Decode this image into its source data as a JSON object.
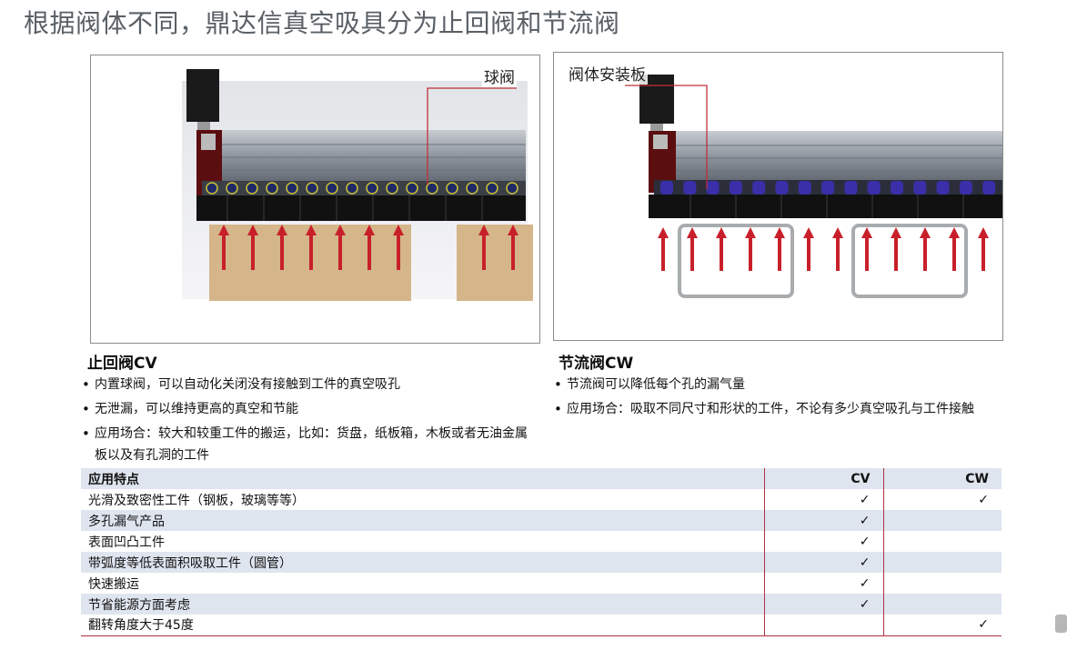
{
  "title": "根据阀体不同，鼎达信真空吸具分为止回阀和节流阀",
  "figures": {
    "cv": {
      "callout": "球阀"
    },
    "cw": {
      "callout": "阀体安装板"
    }
  },
  "cv": {
    "heading": "止回阀CV",
    "bullets": [
      "内置球阀，可以自动化关闭没有接触到工件的真空吸孔",
      "无泄漏，可以维持更高的真空和节能",
      "应用场合：较大和较重工件的搬运，比如：货盘，纸板箱，木板或者无油金属板以及有孔洞的工件"
    ]
  },
  "cw": {
    "heading": "节流阀CW",
    "bullets": [
      "节流阀可以降低每个孔的漏气量",
      "应用场合：吸取不同尺寸和形状的工件，不论有多少真空吸孔与工件接触"
    ]
  },
  "table": {
    "headers": {
      "feature": "应用特点",
      "cv": "CV",
      "cw": "CW"
    },
    "rows": [
      {
        "feature": "光滑及致密性工件（钢板，玻璃等等）",
        "cv": "✓",
        "cw": "✓"
      },
      {
        "feature": "多孔漏气产品",
        "cv": "✓",
        "cw": ""
      },
      {
        "feature": "表面凹凸工件",
        "cv": "✓",
        "cw": ""
      },
      {
        "feature": "带弧度等低表面积吸取工件（圆管）",
        "cv": "✓",
        "cw": ""
      },
      {
        "feature": "快速搬运",
        "cv": "✓",
        "cw": ""
      },
      {
        "feature": "节省能源方面考虑",
        "cv": "✓",
        "cw": ""
      },
      {
        "feature": "翻转角度大于45度",
        "cv": "",
        "cw": "✓"
      }
    ]
  },
  "colors": {
    "title": "#5a6066",
    "arrow": "#c8202a",
    "leader": "#c0303c",
    "workpiece": "#d4b68a",
    "band": "#dfe5ef",
    "divider": "#b03040"
  }
}
